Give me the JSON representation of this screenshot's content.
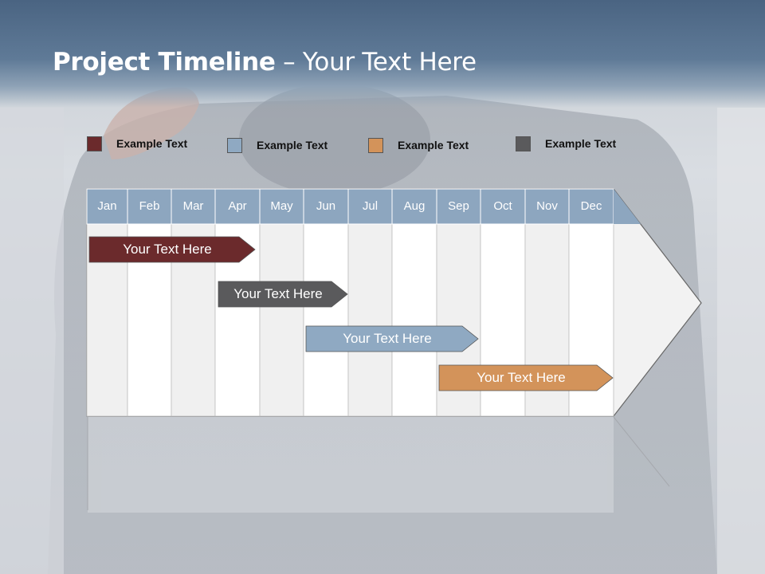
{
  "title": {
    "bold": "Project Timeline",
    "rest": " – Your Text Here"
  },
  "legend": [
    {
      "label": "Example Text",
      "color": "#6b2a2c"
    },
    {
      "label": "Example Text",
      "color": "#8fa9c2"
    },
    {
      "label": "Example Text",
      "color": "#d3935a"
    },
    {
      "label": "Example Text",
      "color": "#5a5a5c"
    }
  ],
  "months": [
    "Jan",
    "Feb",
    "Mar",
    "Apr",
    "May",
    "Jun",
    "Jul",
    "Aug",
    "Sep",
    "Oct",
    "Nov",
    "Dec"
  ],
  "tasks": [
    {
      "label": "Your  Text Here",
      "color": "#6b2a2c"
    },
    {
      "label": "Your  Text Here",
      "color": "#5a5a5c"
    },
    {
      "label": "Your  Text Here",
      "color": "#8fa9c2"
    },
    {
      "label": "Your  Text Here",
      "color": "#d3935a"
    }
  ],
  "colors": {
    "header_row": "#8da6bf",
    "col_light": "#f0f0f0",
    "col_white": "#ffffff"
  }
}
